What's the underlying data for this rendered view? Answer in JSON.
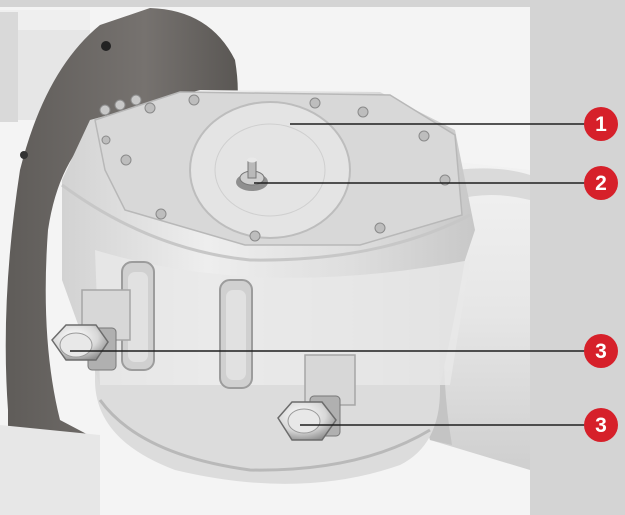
{
  "figure": {
    "description_hidden": "",
    "colors": {
      "frame": "#d4d4d4",
      "photo_bg": "#f4f4f4",
      "flange": "#6e6b68",
      "housing": "#e2e2e2",
      "callout_marker": "#d6202a",
      "leader_line": "#1e1e1e"
    },
    "callouts": [
      {
        "id": "callout-1",
        "label": "1"
      },
      {
        "id": "callout-2",
        "label": "2"
      },
      {
        "id": "callout-3a",
        "label": "3"
      },
      {
        "id": "callout-3b",
        "label": "3"
      }
    ]
  }
}
